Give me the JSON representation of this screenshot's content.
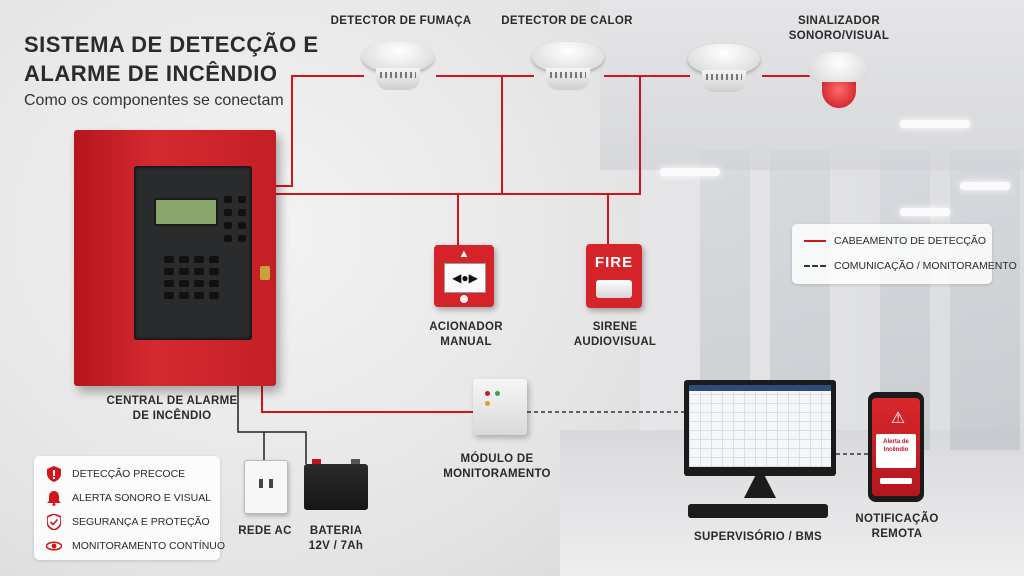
{
  "header": {
    "title": "SISTEMA DE DETECÇÃO E ALARME DE INCÊNDIO",
    "subtitle": "Como os componentes se conectam"
  },
  "components": {
    "smoke_detector": "DETECTOR DE FUMAÇA",
    "heat_detector": "DETECTOR DE CALOR",
    "beacon": "SINALIZADOR\nSONORO/VISUAL",
    "manual_call_point": "ACIONADOR\nMANUAL",
    "sounder": "SIRENE\nAUDIOVISUAL",
    "panel": "CENTRAL DE ALARME\nDE INCÊNDIO",
    "monitoring_module": "MÓDULO DE\nMONITORAMENTO",
    "mains": "REDE AC",
    "battery": "BATERIA\n12V / 7Ah",
    "bms": "SUPERVISÓRIO / BMS",
    "remote_notification": "NOTIFICAÇÃO\nREMOTA"
  },
  "sounder_text": "FIRE",
  "phone_alert": "Alerta de\nIncêndio",
  "legend": {
    "items": [
      {
        "label": "CABEAMENTO DE DETECÇÃO",
        "style": "solid",
        "color": "#d0151c"
      },
      {
        "label": "COMUNICAÇÃO / MONITORAMENTO",
        "style": "dashed",
        "color": "#333333"
      }
    ]
  },
  "features": [
    {
      "icon": "shield-icon",
      "label": "DETECÇÃO PRECOCE"
    },
    {
      "icon": "bell-icon",
      "label": "ALERTA SONORO E VISUAL"
    },
    {
      "icon": "shield-check-icon",
      "label": "SEGURANÇA E PROTEÇÃO"
    },
    {
      "icon": "eye-icon",
      "label": "MONITORAMENTO CONTÍNUO"
    }
  ],
  "colors": {
    "accent": "#d0151c",
    "panel_red": "#c41f26",
    "text": "#2a2a2a"
  }
}
